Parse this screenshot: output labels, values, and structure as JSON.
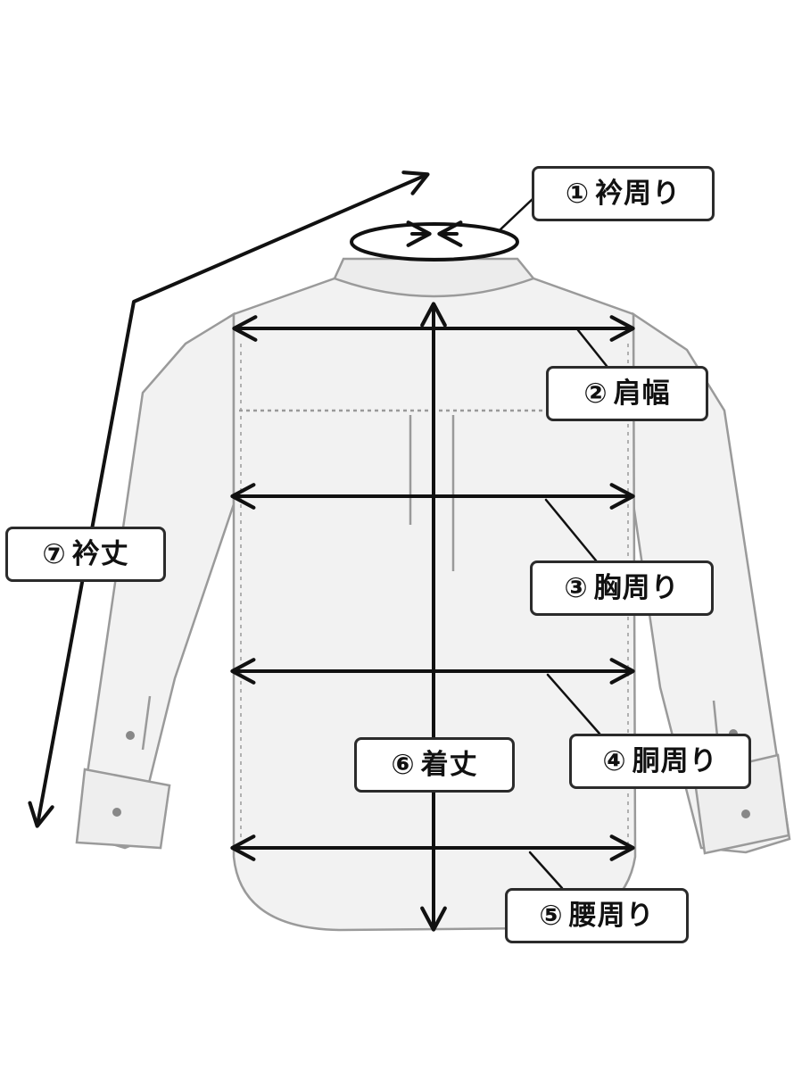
{
  "labels": [
    {
      "id": "collar",
      "num": "①",
      "text": "衿周り"
    },
    {
      "id": "shoulder",
      "num": "②",
      "text": "肩幅"
    },
    {
      "id": "chest",
      "num": "③",
      "text": "胸周り"
    },
    {
      "id": "waist",
      "num": "④",
      "text": "胴周り"
    },
    {
      "id": "hip",
      "num": "⑤",
      "text": "腰周り"
    },
    {
      "id": "length",
      "num": "⑥",
      "text": "着丈"
    },
    {
      "id": "sleeve",
      "num": "⑦",
      "text": "衿丈"
    }
  ],
  "colors": {
    "garment_fill": "#f2f2f2",
    "garment_line": "#9a9a9a",
    "arrow": "#111111",
    "label_border": "#2b2b2b"
  },
  "icons": [
    "shirt-diagram",
    "double-arrow",
    "button-icon"
  ]
}
